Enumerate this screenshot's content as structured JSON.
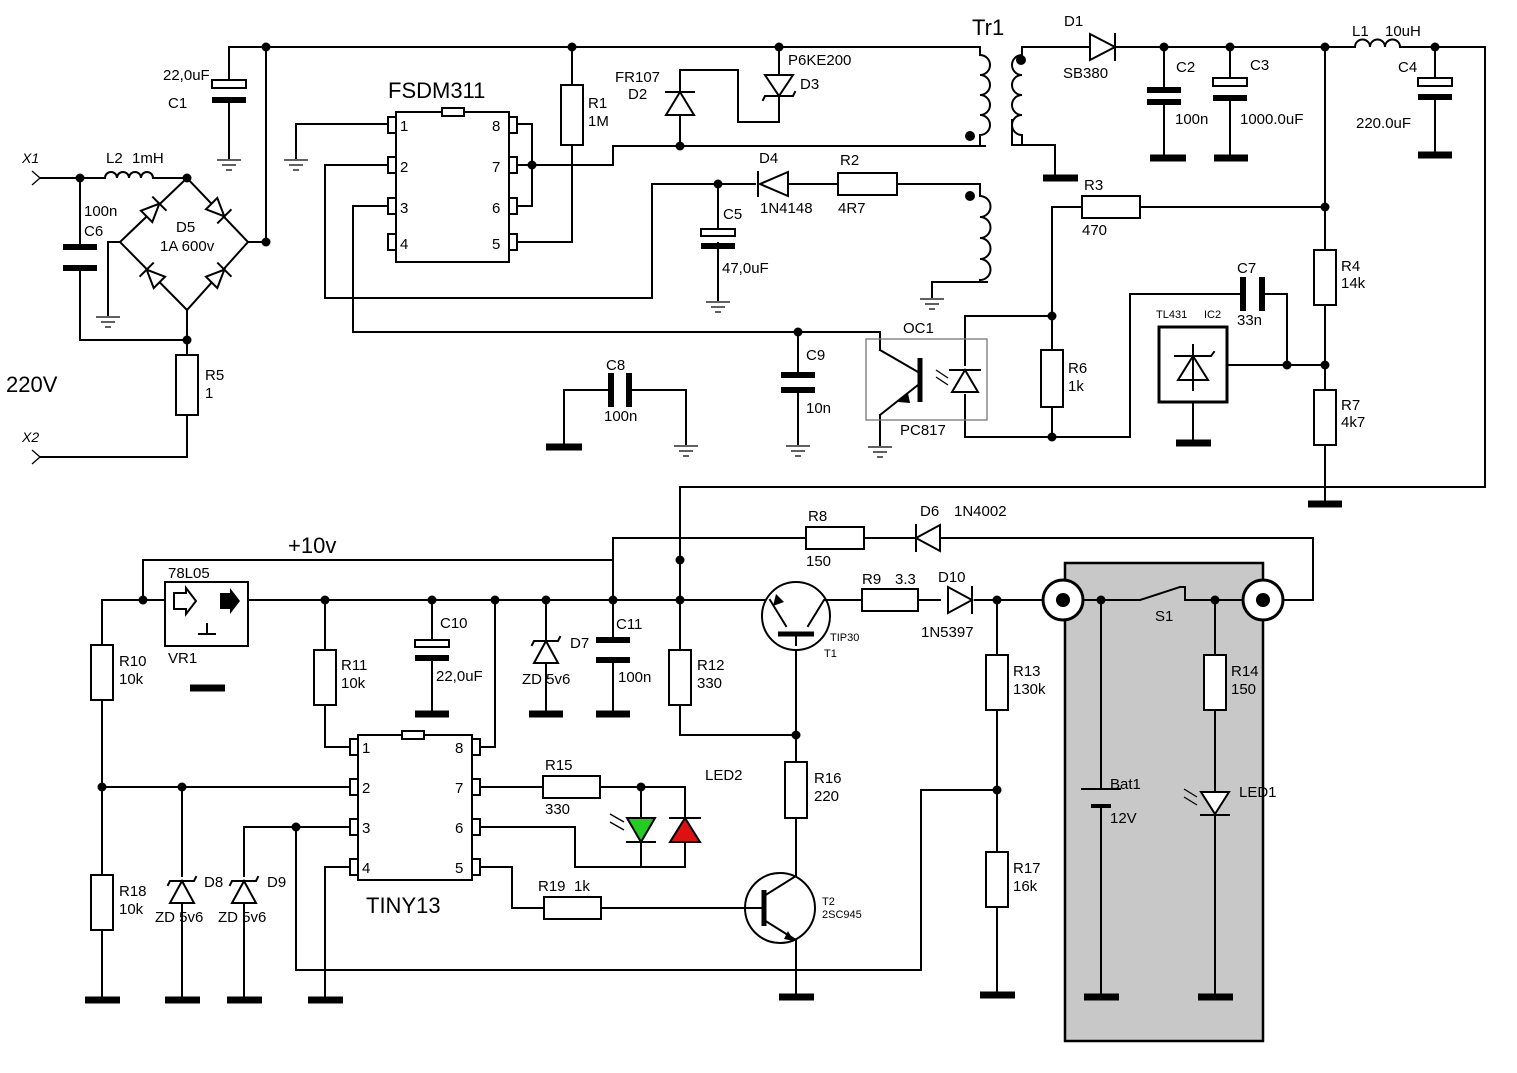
{
  "text": {
    "ic1": "FSDM311",
    "ic3": "TINY13",
    "tr1": "Tr1",
    "vin": "220V",
    "rail": "+10v",
    "x1": "X1",
    "x2": "X2",
    "pins": [
      "1",
      "2",
      "3",
      "4",
      "5",
      "6",
      "7",
      "8"
    ]
  },
  "components": {
    "C1": {
      "ref": "C1",
      "val": "22,0uF"
    },
    "L2": {
      "ref": "L2",
      "val": "1mH"
    },
    "C6": {
      "ref": "C6",
      "val": "100n"
    },
    "D5": {
      "ref": "D5",
      "val": "1A 600v"
    },
    "R5": {
      "ref": "R5",
      "val": "1"
    },
    "R1": {
      "ref": "R1",
      "val": "1M"
    },
    "D2": {
      "ref": "D2",
      "val": "FR107"
    },
    "D3": {
      "ref": "D3",
      "val": "P6KE200"
    },
    "D4": {
      "ref": "D4",
      "val": "1N4148"
    },
    "R2": {
      "ref": "R2",
      "val": "4R7"
    },
    "C5": {
      "ref": "C5",
      "val": "47,0uF"
    },
    "C8": {
      "ref": "C8",
      "val": "100n"
    },
    "C9": {
      "ref": "C9",
      "val": "10n"
    },
    "OC1": {
      "ref": "OC1",
      "val": "PC817"
    },
    "D1": {
      "ref": "D1",
      "val": "SB380"
    },
    "C2": {
      "ref": "C2",
      "val": "100n"
    },
    "C3": {
      "ref": "C3",
      "val": "1000.0uF"
    },
    "L1": {
      "ref": "L1",
      "val": "10uH"
    },
    "C4": {
      "ref": "C4",
      "val": "220.0uF"
    },
    "R3": {
      "ref": "R3",
      "val": "470"
    },
    "R6": {
      "ref": "R6",
      "val": "1k"
    },
    "C7": {
      "ref": "C7",
      "val": "33n"
    },
    "IC2": {
      "ref": "IC2",
      "val": "TL431"
    },
    "R4": {
      "ref": "R4",
      "val": "14k"
    },
    "R7": {
      "ref": "R7",
      "val": "4k7"
    },
    "R8": {
      "ref": "R8",
      "val": "150"
    },
    "D6": {
      "ref": "D6",
      "val": "1N4002"
    },
    "VR1": {
      "ref": "VR1",
      "val": "78L05"
    },
    "R10": {
      "ref": "R10",
      "val": "10k"
    },
    "R11": {
      "ref": "R11",
      "val": "10k"
    },
    "C10": {
      "ref": "C10",
      "val": "22,0uF"
    },
    "D7": {
      "ref": "D7",
      "val": "ZD 5v6"
    },
    "C11": {
      "ref": "C11",
      "val": "100n"
    },
    "R12": {
      "ref": "R12",
      "val": "330"
    },
    "T1": {
      "ref": "T1",
      "val": "TIP30"
    },
    "R9": {
      "ref": "R9",
      "val": "3.3"
    },
    "D10": {
      "ref": "D10",
      "val": "1N5397"
    },
    "R13": {
      "ref": "R13",
      "val": "130k"
    },
    "S1": {
      "ref": "S1"
    },
    "R14": {
      "ref": "R14",
      "val": "150"
    },
    "R15": {
      "ref": "R15",
      "val": "330"
    },
    "LED2": {
      "ref": "LED2"
    },
    "R16": {
      "ref": "R16",
      "val": "220"
    },
    "T2": {
      "ref": "T2",
      "val": "2SC945"
    },
    "R19": {
      "ref": "R19",
      "val": "1k"
    },
    "R17": {
      "ref": "R17",
      "val": "16k"
    },
    "R18": {
      "ref": "R18",
      "val": "10k"
    },
    "D8": {
      "ref": "D8",
      "val": "ZD 5v6"
    },
    "D9": {
      "ref": "D9",
      "val": "ZD 5v6"
    },
    "Bat1": {
      "ref": "Bat1",
      "val": "12V"
    },
    "LED1": {
      "ref": "LED1"
    }
  },
  "colors": {
    "wire": "#000000",
    "battery_panel": "#c8c8c8",
    "led_green": "#22cc22",
    "led_red": "#dd1111"
  }
}
